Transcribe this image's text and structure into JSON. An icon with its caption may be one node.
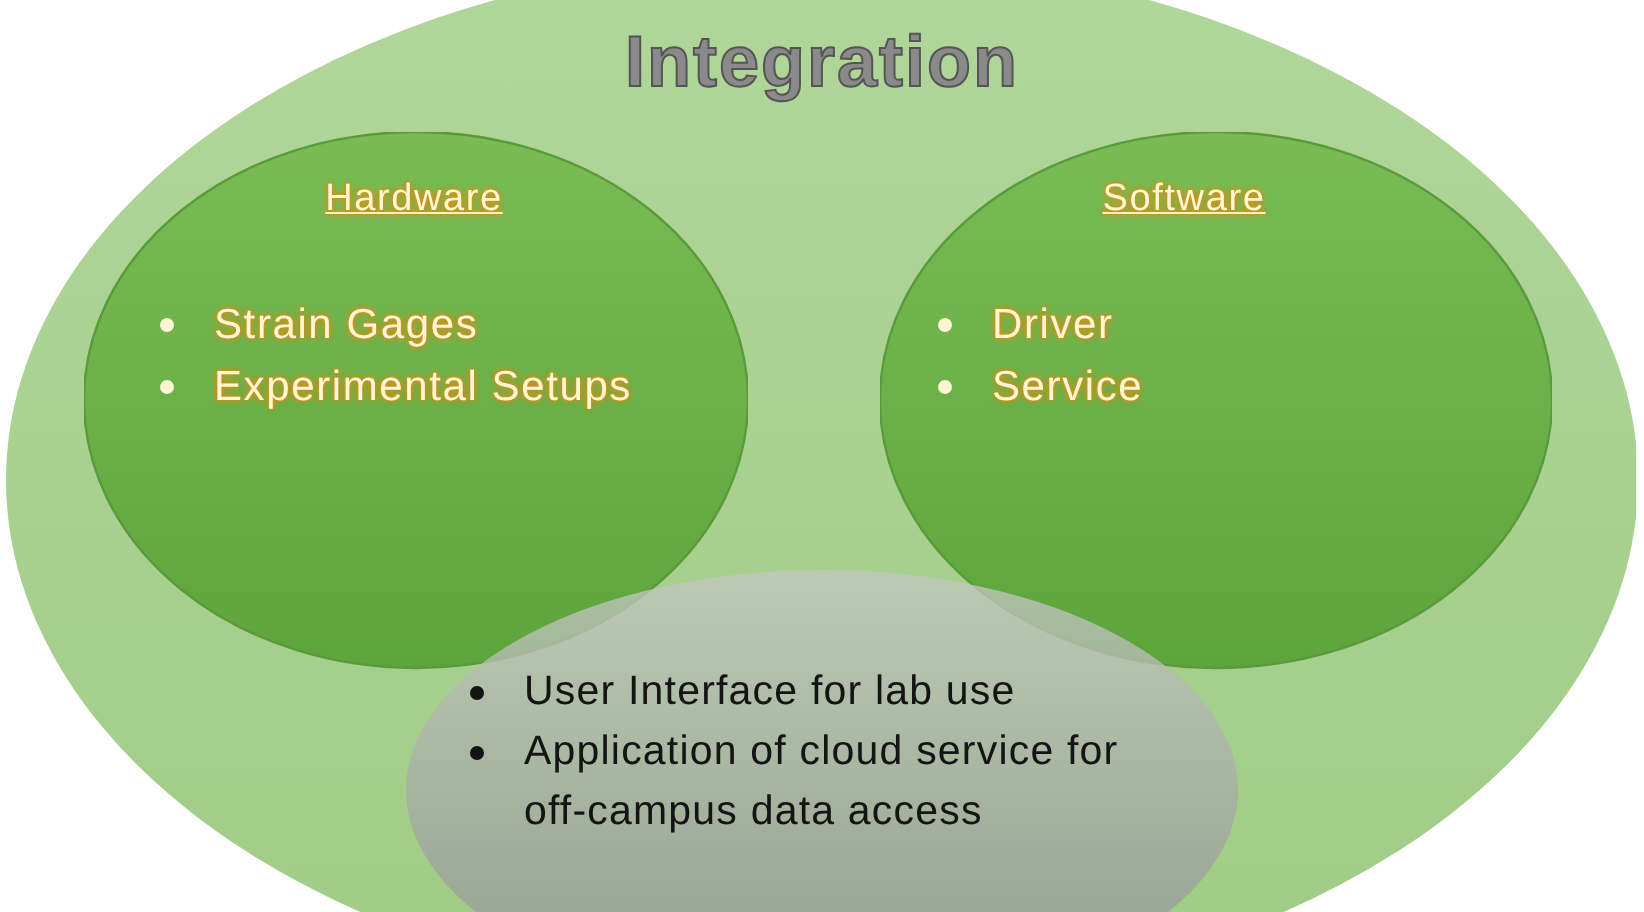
{
  "diagram": {
    "nodes": [
      {
        "text": [
          "Integration"
        ]
      },
      {
        "text": [
          "Hardware",
          "Strain Gages",
          "Experimental Setups"
        ],
        "in": 0
      },
      {
        "text": [
          "Software",
          "Driver",
          "Service"
        ],
        "in": 0
      },
      {
        "text": [
          "User Interface for lab use",
          "Application of cloud service for off-campus data access"
        ],
        "in": 0
      }
    ]
  }
}
